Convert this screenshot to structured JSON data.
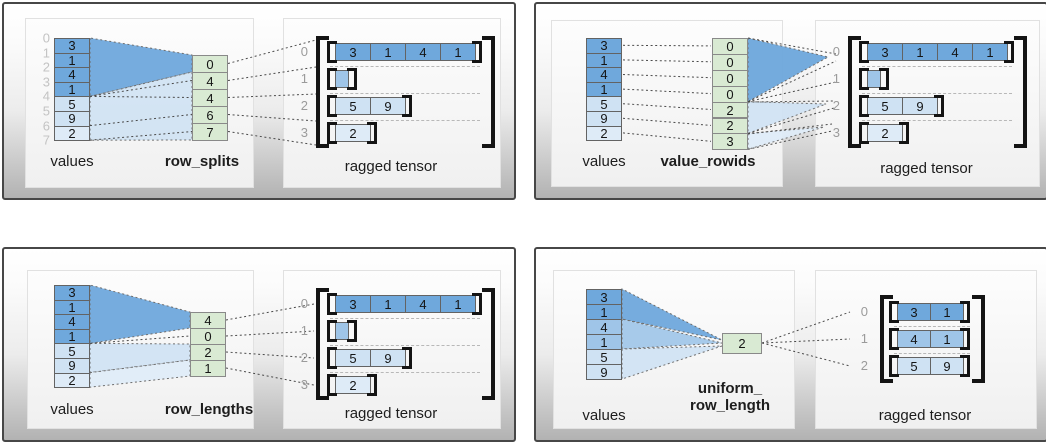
{
  "title": "RaggedTensor factory methods diagram",
  "colors": {
    "dark_blue": "#6fa8dc",
    "medium_blue": "#9fc5e8",
    "light_blue": "#cfe2f3",
    "lighter_blue": "#deebf7",
    "green": "#d9ead3",
    "index_gray": "#c3c3c3",
    "row_index_gray": "#9b9b9b"
  },
  "quadrants": [
    {
      "method_label": "row_splits",
      "values_label": "values",
      "tensor_label": "ragged tensor",
      "values": {
        "indices": [
          "0",
          "1",
          "2",
          "3",
          "4",
          "5",
          "6",
          "7"
        ],
        "cells": [
          {
            "v": "3",
            "shade": "dark"
          },
          {
            "v": "1",
            "shade": "dark"
          },
          {
            "v": "4",
            "shade": "dark"
          },
          {
            "v": "1",
            "shade": "dark"
          },
          {
            "v": "5",
            "shade": "light"
          },
          {
            "v": "9",
            "shade": "light"
          },
          {
            "v": "2",
            "shade": "lighter"
          }
        ]
      },
      "param": {
        "cells": [
          "0",
          "4",
          "4",
          "6",
          "7"
        ]
      },
      "tensor": {
        "rows": [
          {
            "index": "0",
            "shade": "dark",
            "cells": [
              "3",
              "1",
              "4",
              "1"
            ]
          },
          {
            "index": "1",
            "shade": "medium",
            "cells": []
          },
          {
            "index": "2",
            "shade": "light",
            "cells": [
              "5",
              "9"
            ]
          },
          {
            "index": "3",
            "shade": "lighter",
            "cells": [
              "2"
            ]
          }
        ]
      }
    },
    {
      "method_label": "value_rowids",
      "values_label": "values",
      "tensor_label": "ragged tensor",
      "values": {
        "indices": [],
        "cells": [
          {
            "v": "3",
            "shade": "dark"
          },
          {
            "v": "1",
            "shade": "dark"
          },
          {
            "v": "4",
            "shade": "dark"
          },
          {
            "v": "1",
            "shade": "dark"
          },
          {
            "v": "5",
            "shade": "light"
          },
          {
            "v": "9",
            "shade": "light"
          },
          {
            "v": "2",
            "shade": "lighter"
          }
        ]
      },
      "param": {
        "cells": [
          "0",
          "0",
          "0",
          "0",
          "2",
          "2",
          "3"
        ]
      },
      "tensor": {
        "rows": [
          {
            "index": "0",
            "shade": "dark",
            "cells": [
              "3",
              "1",
              "4",
              "1"
            ]
          },
          {
            "index": "1",
            "shade": "medium",
            "cells": []
          },
          {
            "index": "2",
            "shade": "light",
            "cells": [
              "5",
              "9"
            ]
          },
          {
            "index": "3",
            "shade": "lighter",
            "cells": [
              "2"
            ]
          }
        ]
      }
    },
    {
      "method_label": "row_lengths",
      "values_label": "values",
      "tensor_label": "ragged tensor",
      "values": {
        "indices": [],
        "cells": [
          {
            "v": "3",
            "shade": "dark"
          },
          {
            "v": "1",
            "shade": "dark"
          },
          {
            "v": "4",
            "shade": "dark"
          },
          {
            "v": "1",
            "shade": "dark"
          },
          {
            "v": "5",
            "shade": "light"
          },
          {
            "v": "9",
            "shade": "light"
          },
          {
            "v": "2",
            "shade": "lighter"
          }
        ]
      },
      "param": {
        "cells": [
          "4",
          "0",
          "2",
          "1"
        ]
      },
      "tensor": {
        "rows": [
          {
            "index": "0",
            "shade": "dark",
            "cells": [
              "3",
              "1",
              "4",
              "1"
            ]
          },
          {
            "index": "1",
            "shade": "medium",
            "cells": []
          },
          {
            "index": "2",
            "shade": "light",
            "cells": [
              "5",
              "9"
            ]
          },
          {
            "index": "3",
            "shade": "lighter",
            "cells": [
              "2"
            ]
          }
        ]
      }
    },
    {
      "method_label_lines": [
        "uniform_",
        "row_length"
      ],
      "values_label": "values",
      "tensor_label": "ragged tensor",
      "values": {
        "indices": [],
        "cells": [
          {
            "v": "3",
            "shade": "dark"
          },
          {
            "v": "1",
            "shade": "dark"
          },
          {
            "v": "4",
            "shade": "medium"
          },
          {
            "v": "1",
            "shade": "medium"
          },
          {
            "v": "5",
            "shade": "light"
          },
          {
            "v": "9",
            "shade": "light"
          }
        ]
      },
      "param": {
        "cells": [
          "2"
        ]
      },
      "tensor": {
        "rows": [
          {
            "index": "0",
            "shade": "dark",
            "cells": [
              "3",
              "1"
            ]
          },
          {
            "index": "1",
            "shade": "medium",
            "cells": [
              "4",
              "1"
            ]
          },
          {
            "index": "2",
            "shade": "light",
            "cells": [
              "5",
              "9"
            ]
          }
        ]
      }
    }
  ]
}
